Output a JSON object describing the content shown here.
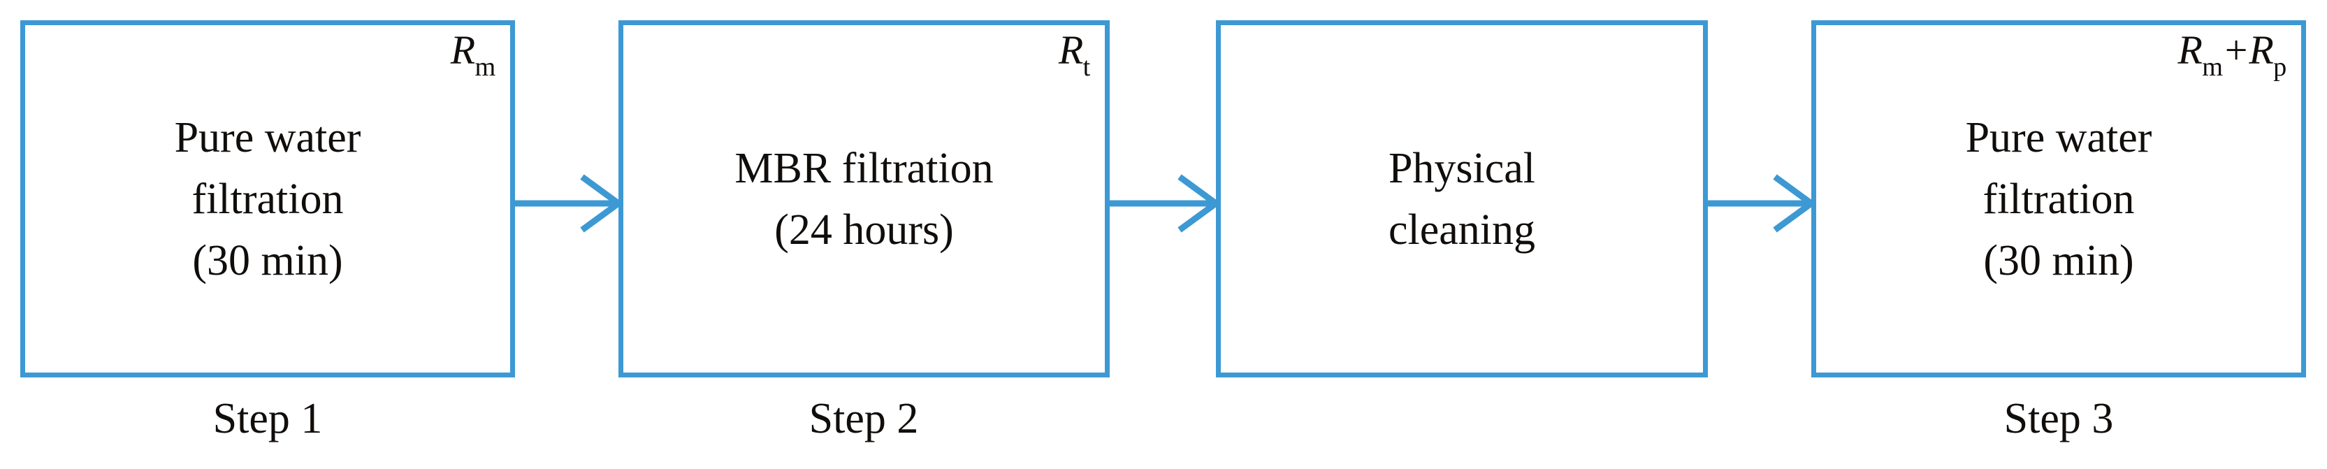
{
  "figure": {
    "type": "process-flow-diagram",
    "accent_color": "#3d99d3",
    "text_color": "#100d0b",
    "background": "#ffffff"
  },
  "boxes": [
    {
      "id": "step-1",
      "symbol": {
        "var": "R",
        "sub": "m",
        "plain": "Rm"
      },
      "lines": [
        "Pure water",
        "filtration",
        "(30 min)"
      ],
      "caption": "Step 1"
    },
    {
      "id": "step-2",
      "symbol": {
        "var": "R",
        "sub": "t",
        "plain": "Rt"
      },
      "lines": [
        "MBR filtration",
        "(24 hours)"
      ],
      "caption": "Step 2"
    },
    {
      "id": "physical-cleaning",
      "symbol": null,
      "lines": [
        "Physical",
        "cleaning"
      ],
      "caption": ""
    },
    {
      "id": "step-3",
      "symbol": {
        "var": "R",
        "sub": "m",
        "operator": "+",
        "var2": "R",
        "sub2": "p",
        "plain": "Rm + Rp"
      },
      "lines": [
        "Pure water",
        "filtration",
        "(30 min)"
      ],
      "caption": "Step 3"
    }
  ],
  "arrows": [
    {
      "id": "arrow-1-to-2",
      "from": "step-1",
      "to": "step-2",
      "direction": "right"
    },
    {
      "id": "arrow-2-to-3",
      "from": "step-2",
      "to": "physical-cleaning",
      "direction": "right"
    },
    {
      "id": "arrow-3-to-4",
      "from": "physical-cleaning",
      "to": "step-3",
      "direction": "right"
    }
  ]
}
